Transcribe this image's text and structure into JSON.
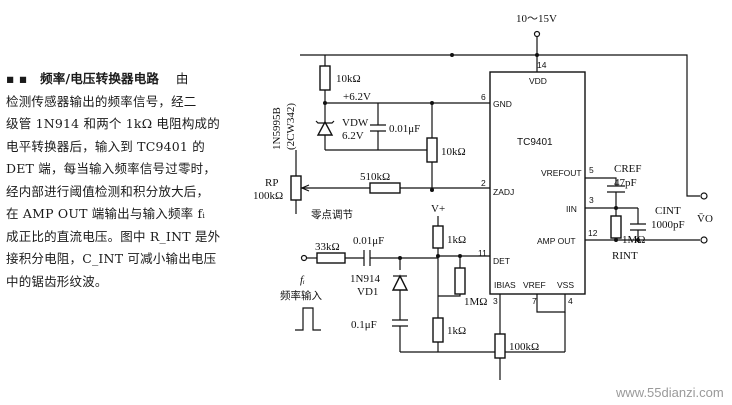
{
  "description": {
    "heading_prefix": "▪ ▪",
    "heading": "频率/电压转换器电路",
    "lines": [
      "由",
      "检测传感器输出的频率信号，经二",
      "级管 1N914 和两个 1kΩ 电阻构成的",
      "电平转换器后，输入到 TC9401 的",
      "DET 端，每当输入频率信号过零时，",
      "经内部进行阈值检测和积分放大后，",
      "在 AMP OUT 端输出与输入频率 fᵢ",
      "成正比的直流电压。图中 R_INT 是外",
      "接积分电阻，C_INT 可减小输出电压",
      "中的锯齿形纹波。"
    ]
  },
  "schematic": {
    "supply": "10～15V",
    "vdd_pin": "14",
    "vdd_label": "VDD",
    "chip_name": "TC9401",
    "zener_part": "1N5995B",
    "zener_part_alt": "(2CW342)",
    "r_top": "10kΩ",
    "v62": "+6.2V",
    "vdw": "VDW",
    "vdw_v": "6.2V",
    "c_gnd": "0.01μF",
    "r_gnd": "10kΩ",
    "gnd_pin": "6",
    "gnd_label": "GND",
    "rp": "RP",
    "rp_val": "100kΩ",
    "r_zadj": "510kΩ",
    "zadj_pin": "2",
    "zadj_label": "ZADJ",
    "zero_adj": "零点调节",
    "vplus": "V+",
    "r_det_top": "1kΩ",
    "r_in": "33kΩ",
    "c_in": "0.01μF",
    "diode": "1N914",
    "diode_ref": "VD1",
    "fi": "fᵢ",
    "freq_in": "频率输入",
    "r_1m_det": "1MΩ",
    "c_bottom": "0.1μF",
    "r_det_bot": "1kΩ",
    "det_pin": "11",
    "det_label": "DET",
    "bias_label": "IBIAS",
    "bias_pin": "3",
    "vref_label": "VREF",
    "vref_pin": "7",
    "vss_label": "VSS",
    "vss_pin": "4",
    "r_bias": "100kΩ",
    "vrefout_label": "VREFOUT",
    "vrefout_pin": "5",
    "cref": "CREF",
    "cref_val": "47pF",
    "in_label": "IIN",
    "in_pin": "3",
    "cint": "CINT",
    "cint_val": "1000pF",
    "rint_val": "1MΩ",
    "rint": "RINT",
    "ampout_label": "AMP OUT",
    "ampout_pin": "12",
    "vo": "V̄O"
  },
  "watermark": "www.55dianzi.com"
}
